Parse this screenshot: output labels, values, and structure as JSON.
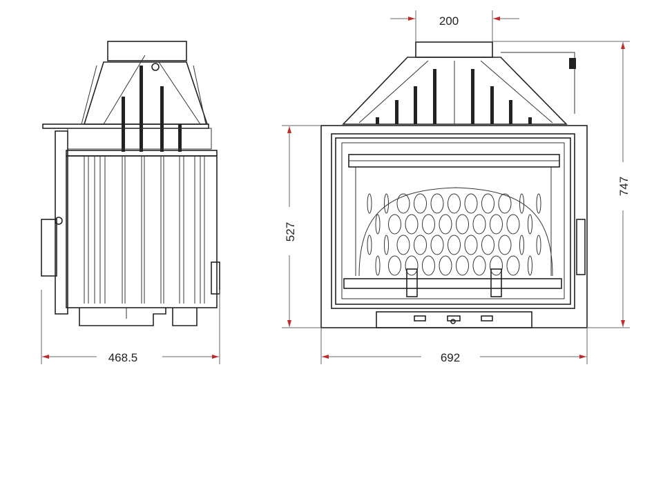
{
  "drawing": {
    "side_view": {
      "depth_label": "468.5"
    },
    "front_view": {
      "flue_label": "200",
      "height_body_label": "527",
      "height_total_label": "747",
      "width_label": "692"
    },
    "colors": {
      "line": "#222222",
      "dimension_arrow": "#c62828",
      "dimension_line": "#666666"
    }
  }
}
